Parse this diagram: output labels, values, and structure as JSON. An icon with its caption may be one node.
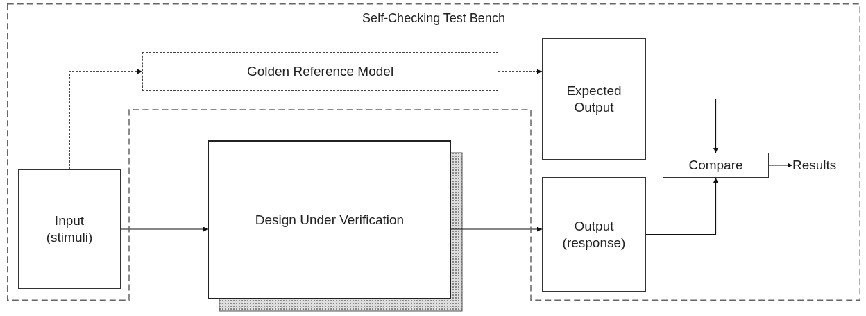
{
  "diagram": {
    "nodes": [
      {
        "text": [
          "Self-Checking Test Bench"
        ]
      },
      {
        "text": [
          "Input (stimuli)"
        ],
        "in": 0
      },
      {
        "text": [
          "Golden Reference Model"
        ],
        "in": 0
      },
      {
        "text": [
          "Expected Output"
        ],
        "in": 0
      },
      {
        "text": [
          "Compare"
        ],
        "in": 0
      },
      {
        "text": [
          "Output (response)"
        ],
        "in": 0
      },
      {
        "text": [
          "Design Under Verification"
        ]
      },
      {
        "text": [
          "Results"
        ],
        "in": 0
      }
    ],
    "edges": [
      {
        "from": 1,
        "to": 2,
        "arrow": "to",
        "style": "dashed"
      },
      {
        "from": 2,
        "to": 3,
        "arrow": "to",
        "style": "dashed"
      },
      {
        "from": 1,
        "to": 6,
        "arrow": "to"
      },
      {
        "from": 6,
        "to": 5,
        "arrow": "to"
      },
      {
        "from": 3,
        "to": 4,
        "arrow": "to"
      },
      {
        "from": 5,
        "to": 4,
        "arrow": "to"
      },
      {
        "from": 4,
        "to": 7,
        "arrow": "to"
      }
    ]
  }
}
